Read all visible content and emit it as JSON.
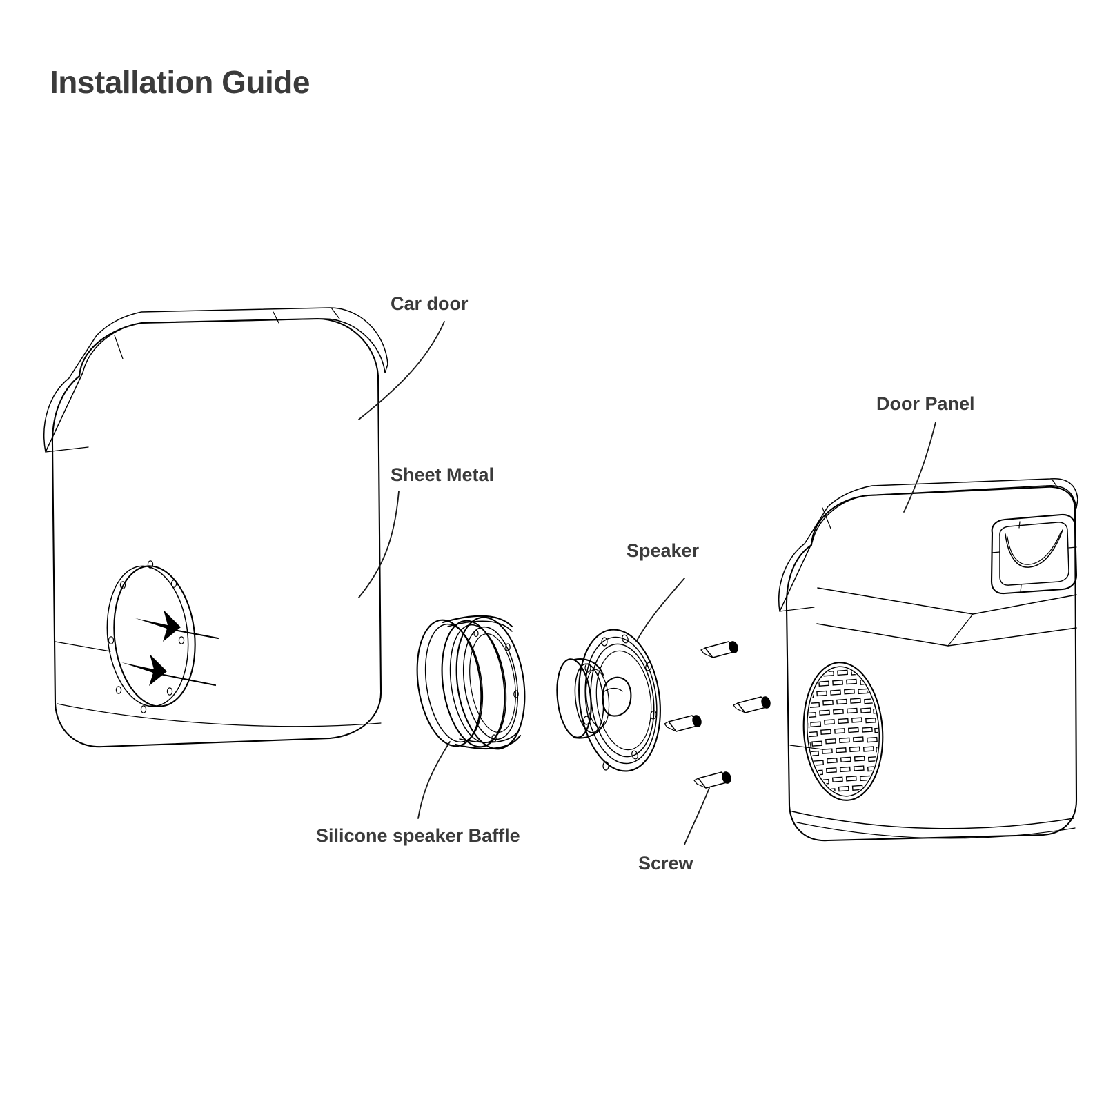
{
  "document": {
    "title": "Installation Guide",
    "type": "exploded-assembly-diagram",
    "subject": "Car door speaker installation with silicone speaker baffle"
  },
  "labels": {
    "car_door": "Car door",
    "sheet_metal": "Sheet Metal",
    "door_panel": "Door Panel",
    "speaker": "Speaker",
    "baffle": "Silicone speaker Baffle",
    "screw": "Screw"
  },
  "colors": {
    "background": "#ffffff",
    "line": "#000000",
    "text": "#3b3b3b",
    "arrow": "#000000"
  },
  "parts": [
    {
      "name": "Car door",
      "role": "sheet-metal door shell with circular speaker cutout",
      "position": "left"
    },
    {
      "name": "Silicone speaker Baffle",
      "role": "cylindrical silicone ring isolating speaker",
      "position": "center-left"
    },
    {
      "name": "Speaker",
      "role": "round coaxial loudspeaker driver",
      "position": "center"
    },
    {
      "name": "Screw",
      "role": "mounting fasteners",
      "position": "center-right",
      "count": 4
    },
    {
      "name": "Door Panel",
      "role": "interior trim panel with grille and handle",
      "position": "right"
    }
  ],
  "annotations": {
    "mounting_holes": 8,
    "arrows": 2,
    "arrow_direction": "into speaker cutout"
  }
}
